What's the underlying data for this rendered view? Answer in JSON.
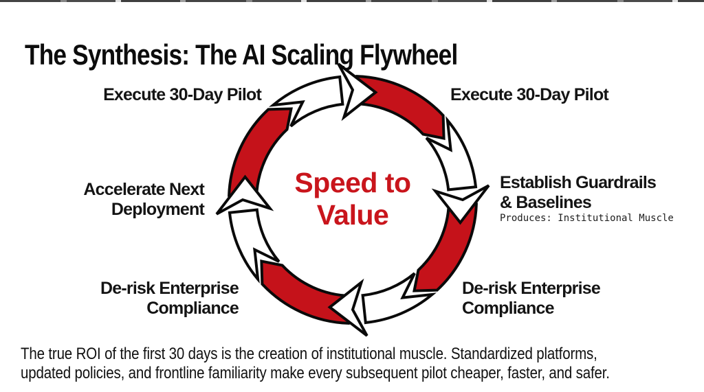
{
  "slide": {
    "title": "The Synthesis: The AI Scaling Flywheel"
  },
  "flywheel": {
    "center": {
      "line1": "Speed to",
      "line2": "Value"
    },
    "labels": {
      "top_left": "Execute 30-Day Pilot",
      "top_right": "Execute 30-Day Pilot",
      "right_line1": "Establish Guardrails",
      "right_line2": "& Baselines",
      "right_sub": "Produces: Institutional Muscle",
      "left_line1": "Accelerate Next",
      "left_line2": "Deployment",
      "bottom_left_line1": "De-risk Enterprise",
      "bottom_left_line2": "Compliance",
      "bottom_right_line1": "De-risk Enterprise",
      "bottom_right_line2": "Compliance"
    },
    "colors": {
      "arrow_red": "#c5121a",
      "arrow_white": "#ffffff",
      "outline": "#0a0a0a",
      "center_text_red": "#c9151c"
    }
  },
  "footer": {
    "line1": "The true ROI of the first 30 days is the creation of institutional muscle. Standardized platforms,",
    "line2": "updated policies, and frontline familiarity make every subsequent pilot cheaper, faster, and safer."
  }
}
